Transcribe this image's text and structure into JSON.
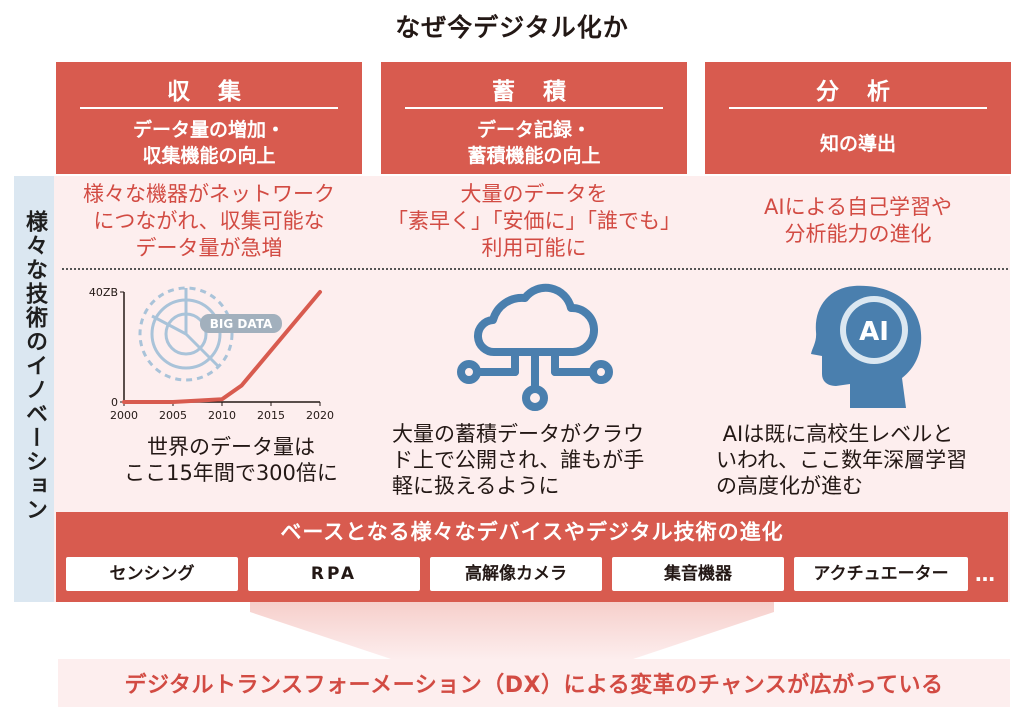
{
  "title": "なぜ今デジタル化か",
  "side_label": "様々な技術のイノベーション",
  "columns": [
    {
      "heading": "収 集",
      "subtitle": [
        "データ量の増加・",
        "収集機能の向上"
      ],
      "description": [
        "様々な機器がネットワーク",
        "につながれ、収集可能な",
        "データ量が急増"
      ],
      "caption": [
        "世界のデータ量は",
        "ここ15年間で300倍に"
      ]
    },
    {
      "heading": "蓄 積",
      "subtitle": [
        "データ記録・",
        "蓄積機能の向上"
      ],
      "description": [
        "大量のデータを",
        "「素早く」「安価に」「誰でも」",
        "利用可能に"
      ],
      "caption": [
        "大量の蓄積データがクラウ",
        "ド上で公開され、誰もが手",
        "軽に扱えるように"
      ]
    },
    {
      "heading": "分 析",
      "subtitle": [
        "知の導出"
      ],
      "description": [
        "AIによる自己学習や",
        "分析能力の進化"
      ],
      "caption": [
        " AIは既に高校生レベルと",
        "いわれ、ここ数年深層学習",
        "の高度化が進む"
      ]
    }
  ],
  "chart_data": {
    "type": "line",
    "x": [
      2000,
      2005,
      2010,
      2012,
      2020
    ],
    "values": [
      0,
      0,
      1,
      6,
      40
    ],
    "xticks": [
      "2000",
      "2005",
      "2010",
      "2015",
      "2020"
    ],
    "yticks": [
      "0",
      "40ZB"
    ],
    "xlim": [
      2000,
      2020
    ],
    "ylim": [
      0,
      40
    ],
    "annotation": "BIG DATA",
    "line_color": "#d85b4f"
  },
  "ai_icon_label": "AI",
  "base": {
    "title": "ベースとなる様々なデバイスやデジタル技術の進化",
    "chips": [
      "センシング",
      "RPA",
      "高解像カメラ",
      "集音機器",
      "アクチュエーター"
    ],
    "more": "…"
  },
  "dx_message": "デジタルトランスフォーメーション（DX）による変革のチャンスが広がっている",
  "colors": {
    "header_red": "#d85b4f",
    "text_red": "#d24b43",
    "pink_bg": "#fdeeee",
    "side_blue": "#dbe7f1",
    "icon_blue": "#4a7fae",
    "radar_blue": "#a9c3d9"
  }
}
